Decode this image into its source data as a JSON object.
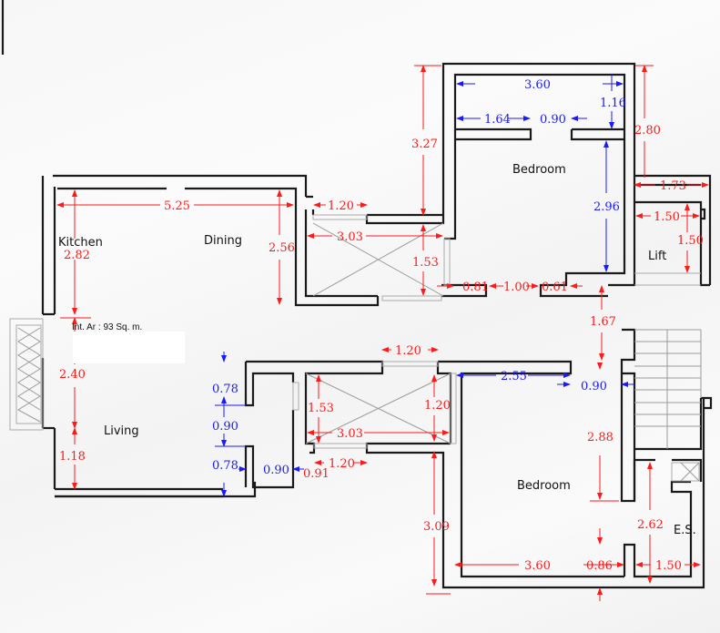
{
  "plan": {
    "area_note": "Int. Ar : 93 Sq. m.",
    "colors": {
      "wall": "#1a1a1a",
      "dim_red": "#ff1a1a",
      "dim_blue": "#1a1aff"
    },
    "rooms": {
      "kitchen": "Kitchen",
      "dining": "Dining",
      "living": "Living",
      "bedroom_top": "Bedroom",
      "bedroom_bottom": "Bedroom",
      "lift": "Lift",
      "es": "E.S."
    },
    "dims_red": {
      "kitchen_width": "5.25",
      "kitchen_height": "2.82",
      "dining_height": "2.56",
      "hall_top_window": "1.20",
      "hall_top_width": "3.03",
      "hall_top_height": "1.53",
      "bed_top_height_outer": "3.27",
      "bed_top_right_height": "2.80",
      "bed_top_d1": "0.81",
      "bed_top_d2": "1.00",
      "bed_top_d3": "0.61",
      "lift_outer_width": "1.73",
      "lift_width": "1.50",
      "lift_height": "1.50",
      "corridor_gap": "1.67",
      "living_upper": "2.40",
      "living_lower": "1.18",
      "hall_bottom_window_top": "1.20",
      "hall_bottom_height_left": "1.53",
      "hall_bottom_height_right": "1.20",
      "hall_bottom_width": "3.03",
      "hall_bottom_window_bottom": "1.20",
      "bed_bottom_height_outer": "3.09",
      "bed_bottom_right_height": "2.88",
      "es_height": "2.62",
      "bed_bottom_width": "3.60",
      "bed_bottom_door": "0.86",
      "es_width": "1.50"
    },
    "dims_blue": {
      "bed_top_width": "3.60",
      "bed_top_wall_left": "1.64",
      "bed_top_door": "0.90",
      "bed_top_depth": "1.16",
      "bed_top_height": "2.96",
      "living_w1": "0.78",
      "living_door": "0.90",
      "living_w2": "0.78",
      "closet_width": "0.90",
      "closet_gap": "0.91",
      "bed_bottom_wall": "2.55",
      "bed_bottom_door": "0.90"
    }
  }
}
